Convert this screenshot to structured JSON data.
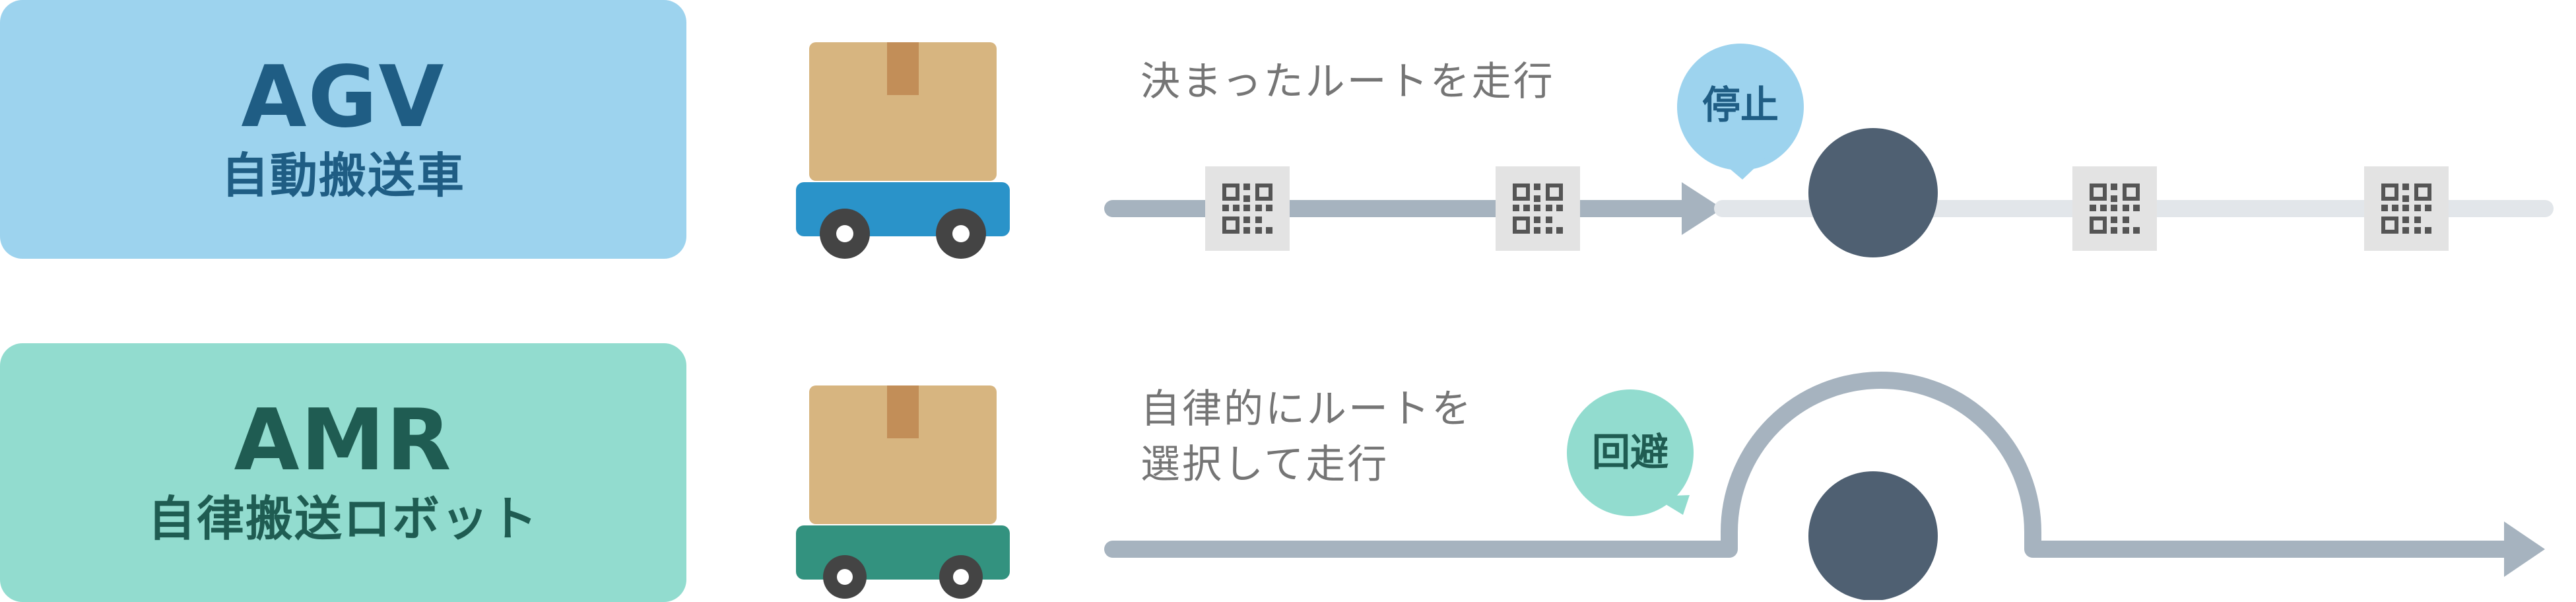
{
  "agv": {
    "title": "AGV",
    "subtitle": "自動搬送車",
    "caption": "決まったルートを走行",
    "bubble": "停止",
    "colors": {
      "panel": "#9dd3ee",
      "text": "#1f5d84",
      "cart": "#2a93c9",
      "bubble": "#9dd3ee"
    },
    "icons": [
      "box-icon",
      "cart-icon",
      "qr-code-icon",
      "arrow-right-icon",
      "obstacle-icon"
    ]
  },
  "amr": {
    "title": "AMR",
    "subtitle": "自律搬送ロボット",
    "caption_lines": [
      "自律的にルートを",
      "選択して走行"
    ],
    "bubble": "回避",
    "colors": {
      "panel": "#92dccf",
      "text": "#1f5c52",
      "cart": "#33927f",
      "bubble": "#92dccf"
    },
    "icons": [
      "box-icon",
      "cart-icon",
      "arrow-right-icon",
      "obstacle-icon"
    ]
  },
  "colors": {
    "route_active": "#a6b3bf",
    "route_inactive": "#e2e6ea",
    "obstacle": "#4f6072",
    "qr_bg": "#e3e3e3",
    "qr_fg": "#555555",
    "box": "#d7b580",
    "box_tape": "#c28e58",
    "wheel": "#444444"
  }
}
